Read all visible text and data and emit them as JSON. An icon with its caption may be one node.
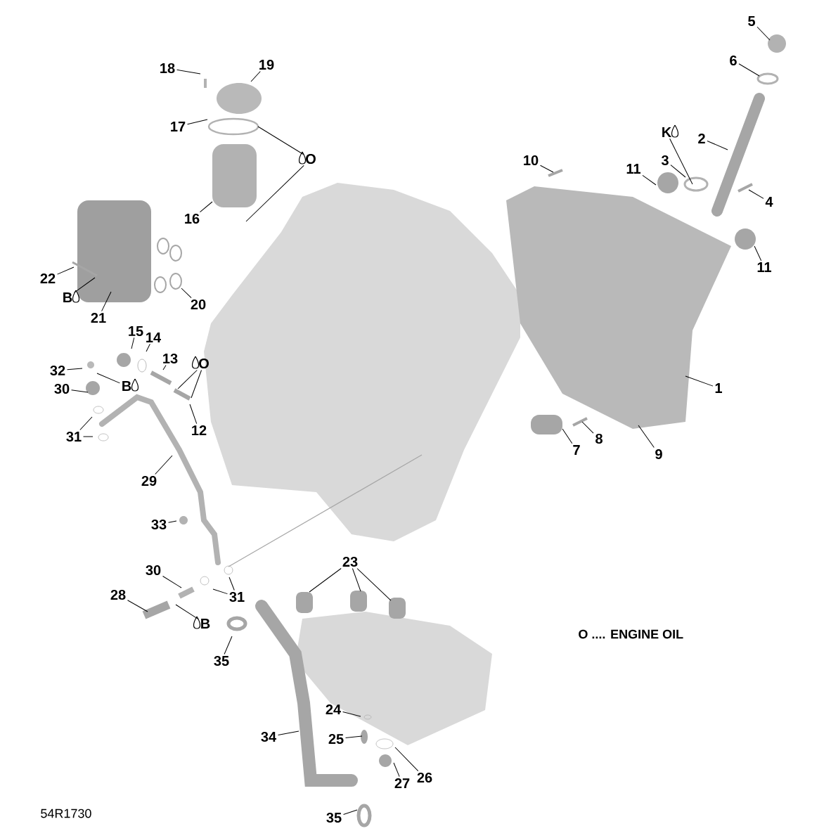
{
  "diagram": {
    "nodes": [
      {
        "text": [
          "1"
        ]
      },
      {
        "text": [
          "2"
        ]
      },
      {
        "text": [
          "3"
        ]
      },
      {
        "text": [
          "4"
        ]
      },
      {
        "text": [
          "5"
        ]
      },
      {
        "text": [
          "6"
        ]
      },
      {
        "text": [
          "7"
        ]
      },
      {
        "text": [
          "8"
        ]
      },
      {
        "text": [
          "9"
        ]
      },
      {
        "text": [
          "10"
        ]
      },
      {
        "text": [
          "11"
        ]
      },
      {
        "text": [
          "11"
        ]
      },
      {
        "text": [
          "12"
        ]
      },
      {
        "text": [
          "13"
        ]
      },
      {
        "text": [
          "14"
        ]
      },
      {
        "text": [
          "15"
        ]
      },
      {
        "text": [
          "16"
        ]
      },
      {
        "text": [
          "17"
        ]
      },
      {
        "text": [
          "18"
        ]
      },
      {
        "text": [
          "19"
        ]
      },
      {
        "text": [
          "20"
        ]
      },
      {
        "text": [
          "21"
        ]
      },
      {
        "text": [
          "22"
        ]
      },
      {
        "text": [
          "23"
        ]
      },
      {
        "text": [
          "24"
        ]
      },
      {
        "text": [
          "25"
        ]
      },
      {
        "text": [
          "26"
        ]
      },
      {
        "text": [
          "27"
        ]
      },
      {
        "text": [
          "28"
        ]
      },
      {
        "text": [
          "29"
        ]
      },
      {
        "text": [
          "30"
        ]
      },
      {
        "text": [
          "30"
        ]
      },
      {
        "text": [
          "31"
        ]
      },
      {
        "text": [
          "31"
        ]
      },
      {
        "text": [
          "32"
        ]
      },
      {
        "text": [
          "33"
        ]
      },
      {
        "text": [
          "34"
        ]
      },
      {
        "text": [
          "35"
        ]
      },
      {
        "text": [
          "35"
        ]
      },
      {
        "text": [
          "O"
        ]
      },
      {
        "text": [
          "B"
        ]
      },
      {
        "text": [
          "O"
        ]
      },
      {
        "text": [
          "B"
        ]
      },
      {
        "text": [
          "B"
        ]
      },
      {
        "text": [
          "K"
        ]
      }
    ],
    "edges": [
      {
        "from": 0,
        "to": null,
        "arrow": "none"
      },
      {
        "from": 1,
        "to": null,
        "arrow": "none"
      },
      {
        "from": 2,
        "to": null,
        "arrow": "none"
      },
      {
        "from": 3,
        "to": null,
        "arrow": "none"
      },
      {
        "from": 4,
        "to": null,
        "arrow": "none"
      },
      {
        "from": 5,
        "to": null,
        "arrow": "none"
      },
      {
        "from": 6,
        "to": null,
        "arrow": "none"
      },
      {
        "from": 7,
        "to": null,
        "arrow": "none"
      },
      {
        "from": 8,
        "to": null,
        "arrow": "none"
      },
      {
        "from": 9,
        "to": null,
        "arrow": "none"
      },
      {
        "from": 10,
        "to": null,
        "arrow": "none"
      },
      {
        "from": 11,
        "to": null,
        "arrow": "none"
      },
      {
        "from": 12,
        "to": null,
        "arrow": "none"
      },
      {
        "from": 13,
        "to": null,
        "arrow": "none"
      },
      {
        "from": 14,
        "to": null,
        "arrow": "none"
      },
      {
        "from": 15,
        "to": null,
        "arrow": "none"
      },
      {
        "from": 16,
        "to": null,
        "arrow": "none"
      },
      {
        "from": 17,
        "to": null,
        "arrow": "none"
      },
      {
        "from": 18,
        "to": null,
        "arrow": "none"
      },
      {
        "from": 19,
        "to": null,
        "arrow": "none"
      },
      {
        "from": 20,
        "to": null,
        "arrow": "none"
      },
      {
        "from": 21,
        "to": null,
        "arrow": "none"
      },
      {
        "from": 22,
        "to": null,
        "arrow": "none"
      },
      {
        "from": 23,
        "to": null,
        "arrow": "none"
      },
      {
        "from": 23,
        "to": null,
        "arrow": "none"
      },
      {
        "from": 23,
        "to": null,
        "arrow": "none"
      },
      {
        "from": 24,
        "to": null,
        "arrow": "none"
      },
      {
        "from": 25,
        "to": null,
        "arrow": "none"
      },
      {
        "from": 26,
        "to": null,
        "arrow": "none"
      },
      {
        "from": 27,
        "to": null,
        "arrow": "none"
      },
      {
        "from": 28,
        "to": null,
        "arrow": "none"
      },
      {
        "from": 29,
        "to": null,
        "arrow": "none"
      },
      {
        "from": 30,
        "to": null,
        "arrow": "none"
      },
      {
        "from": 31,
        "to": null,
        "arrow": "none"
      },
      {
        "from": 32,
        "to": null,
        "arrow": "none"
      },
      {
        "from": 32,
        "to": null,
        "arrow": "none"
      },
      {
        "from": 33,
        "to": null,
        "arrow": "none"
      },
      {
        "from": 33,
        "to": null,
        "arrow": "none"
      },
      {
        "from": 34,
        "to": null,
        "arrow": "none"
      },
      {
        "from": 35,
        "to": null,
        "arrow": "none"
      },
      {
        "from": 36,
        "to": null,
        "arrow": "none"
      },
      {
        "from": 37,
        "to": null,
        "arrow": "none"
      },
      {
        "from": 38,
        "to": null,
        "arrow": "none"
      },
      {
        "from": 39,
        "to": null,
        "arrow": "none"
      },
      {
        "from": 39,
        "to": null,
        "arrow": "none"
      },
      {
        "from": 40,
        "to": null,
        "arrow": "none"
      },
      {
        "from": 41,
        "to": null,
        "arrow": "none"
      },
      {
        "from": 41,
        "to": null,
        "arrow": "none"
      },
      {
        "from": 42,
        "to": null,
        "arrow": "none"
      },
      {
        "from": 43,
        "to": null,
        "arrow": "none"
      },
      {
        "from": 44,
        "to": null,
        "arrow": "none"
      }
    ],
    "labels": [
      "O .... ENGINE OIL",
      "54R1730"
    ]
  }
}
